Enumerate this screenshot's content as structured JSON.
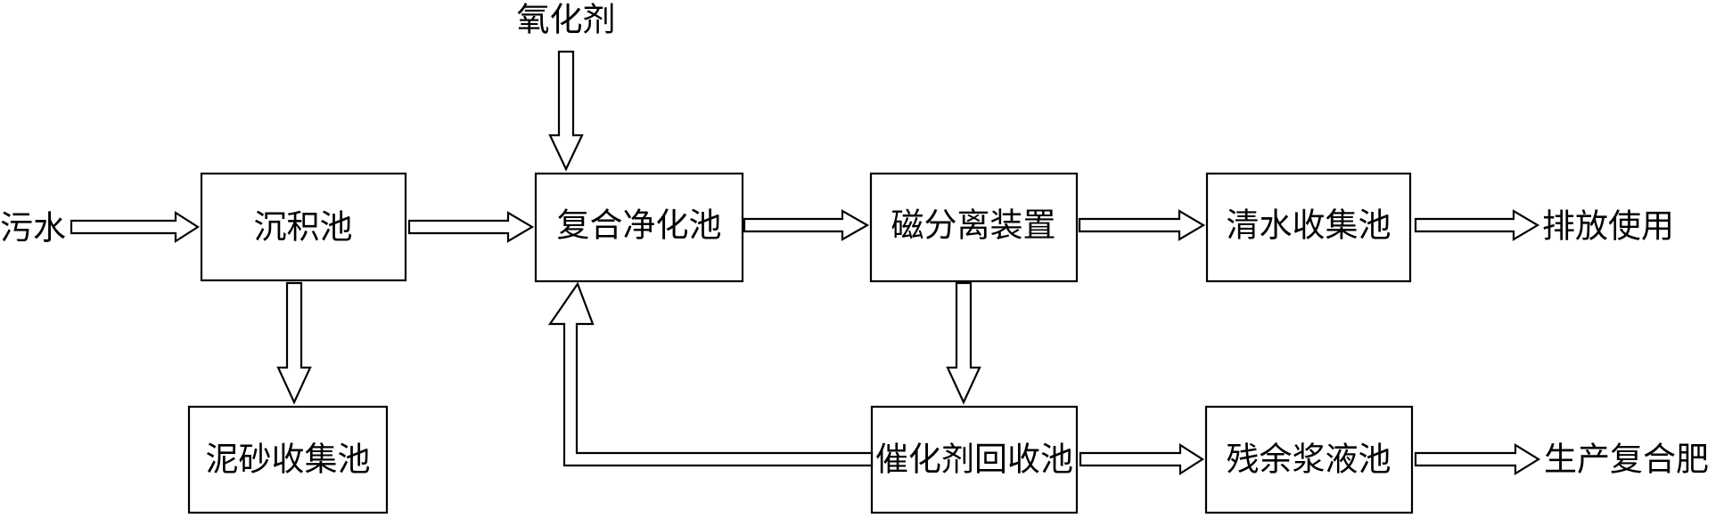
{
  "diagram": {
    "inputs": {
      "sewage": "污水",
      "oxidant": "氧化剂"
    },
    "boxes": {
      "sedimentation_tank": "沉积池",
      "sludge_sand_tank": "泥砂收集池",
      "composite_purification_tank": "复合净化池",
      "magnetic_separator": "磁分离装置",
      "clear_water_tank": "清水收集池",
      "catalyst_recovery_tank": "催化剂回收池",
      "residual_slurry_tank": "残余浆液池"
    },
    "outputs": {
      "discharge_use": "排放使用",
      "compound_fertilizer": "生产复合肥"
    }
  }
}
